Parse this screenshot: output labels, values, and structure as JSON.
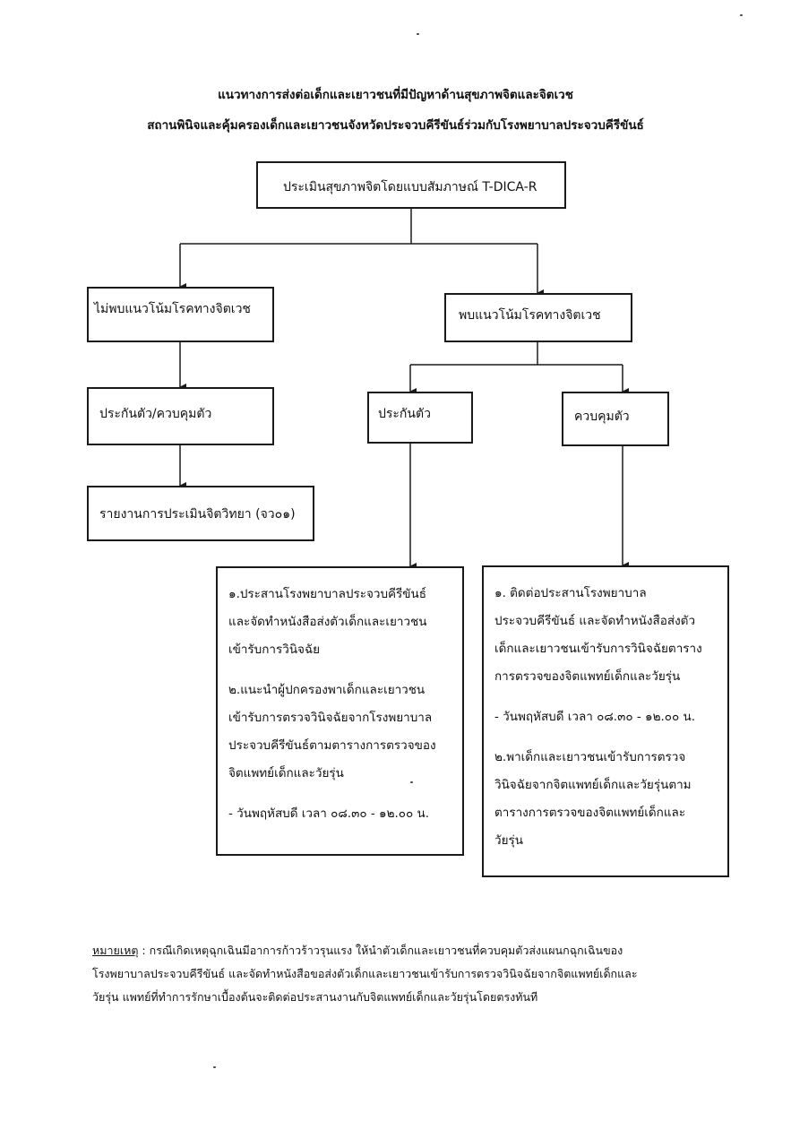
{
  "header": {
    "title_line1": "แนวทางการส่งต่อเด็กและเยาวชนที่มีปัญหาด้านสุขภาพจิตและจิตเวช",
    "title_line2": "สถานพินิจและคุ้มครองเด็กและเยาวชนจังหวัดประจวบคีรีขันธ์ร่วมกับโรงพยาบาลประจวบคีรีขันธ์"
  },
  "flow": {
    "assess": "ประเมินสุขภาพจิตโดยแบบสัมภาษณ์ T-DICA-R",
    "no_tendency": "ไม่พบแนวโน้มโรคทางจิตเวช",
    "tendency": "พบแนวโน้มโรคทางจิตเวช",
    "bail_or_custody": "ประกันตัว/ควบคุมตัว",
    "bail": "ประกันตัว",
    "custody": "ควบคุมตัว",
    "report": "รายงานการประเมินจิตวิทยา (จว๐๑)",
    "bail_steps": [
      "๑.ประสานโรงพยาบาลประจวบคีรีขันธ์",
      "และจัดทำหนังสือส่งตัวเด็กและเยาวชน",
      "เข้ารับการวินิจฉัย",
      "๒.แนะนำผู้ปกครองพาเด็กและเยาวชน",
      "เข้ารับการตรวจวินิจฉัยจากโรงพยาบาล",
      "ประจวบคีรีขันธ์ตามตารางการตรวจของ",
      "จิตแพทย์เด็กและวัยรุ่น",
      "- วันพฤหัสบดี เวลา ๐๘.๓๐ - ๑๒.๐๐ น."
    ],
    "custody_steps": [
      "๑. ติดต่อประสานโรงพยาบาล",
      "ประจวบคีรีขันธ์ และจัดทำหนังสือส่งตัว",
      "เด็กและเยาวชนเข้ารับการวินิจฉัยตาราง",
      "การตรวจของจิตแพทย์เด็กและวัยรุ่น",
      "- วันพฤหัสบดี เวลา ๐๘.๓๐ - ๑๒.๐๐ น.",
      "๒.พาเด็กและเยาวชนเข้ารับการตรวจ",
      "วินิจฉัยจากจิตแพทย์เด็กและวัยรุ่นตาม",
      "ตารางการตรวจของจิตแพทย์เด็กและ",
      "วัยรุ่น"
    ]
  },
  "note": {
    "label": "หมายเหตุ",
    "separator": " : ",
    "lines": [
      "กรณีเกิดเหตุฉุกเฉินมีอาการก้าวร้าวรุนแรง ให้นำตัวเด็กและเยาวชนที่ควบคุมตัวส่งแผนกฉุกเฉินของ",
      "โรงพยาบาลประจวบคีรีขันธ์ และจัดทำหนังสือขอส่งตัวเด็กและเยาวชนเข้ารับการตรวจวินิจฉัยจากจิตแพทย์เด็กและ",
      "วัยรุ่น แพทย์ที่ทำการรักษาเบื้องต้นจะติดต่อประสานงานกับจิตแพทย์เด็กและวัยรุ่นโดยตรงทันที"
    ]
  }
}
